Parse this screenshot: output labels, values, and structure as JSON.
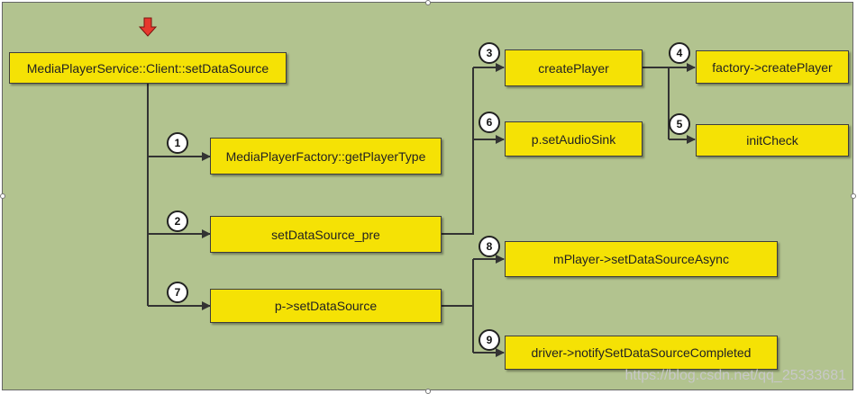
{
  "diagram": {
    "nodes": {
      "root": "MediaPlayerService::Client::setDataSource",
      "get_player_type": "MediaPlayerFactory::getPlayerType",
      "set_data_source_pre": "setDataSource_pre",
      "p_set_data_source": "p->setDataSource",
      "create_player": "createPlayer",
      "p_set_audio_sink": "p.setAudioSink",
      "factory_create_player": "factory->createPlayer",
      "init_check": "initCheck",
      "m_player_set_data_source_async": "mPlayer->setDataSourceAsync",
      "driver_notify": "driver->notifySetDataSourceCompleted"
    },
    "steps": [
      "1",
      "2",
      "3",
      "4",
      "5",
      "6",
      "7",
      "8",
      "9"
    ],
    "colors": {
      "background": "#b2c38f",
      "node_fill": "#f5e205",
      "start_marker": "#e8382d"
    },
    "start_marker_icon": "red-down-arrow-icon"
  },
  "watermark": "https://blog.csdn.net/qq_25333681"
}
